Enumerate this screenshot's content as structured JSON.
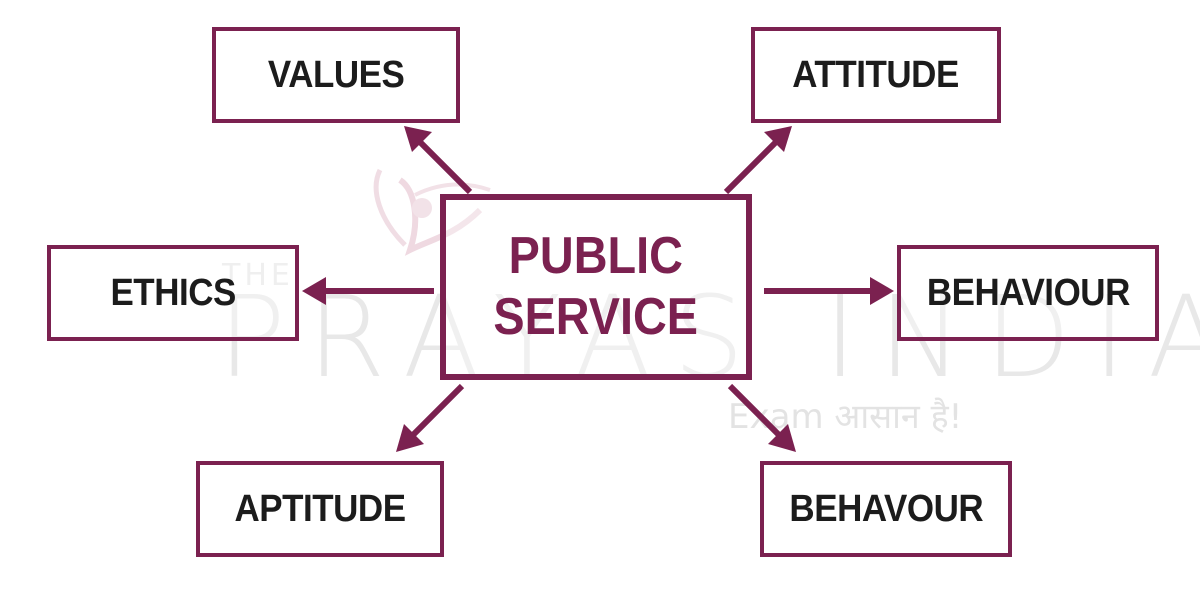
{
  "watermark": {
    "the": "THE",
    "name": "PRAYAS INDIA",
    "tagline": "Exam आसान है!"
  },
  "diagram": {
    "center": {
      "line1": "PUBLIC",
      "line2": "SERVICE"
    },
    "nodes": {
      "values": "VALUES",
      "attitude": "ATTITUDE",
      "ethics": "ETHICS",
      "behaviour": "BEHAVIOUR",
      "aptitude": "APTITUDE",
      "behavour": "BEHAVOUR"
    }
  },
  "colors": {
    "accent": "#7b2150",
    "text": "#1c1c1c",
    "watermark": "#e6e6e6"
  }
}
